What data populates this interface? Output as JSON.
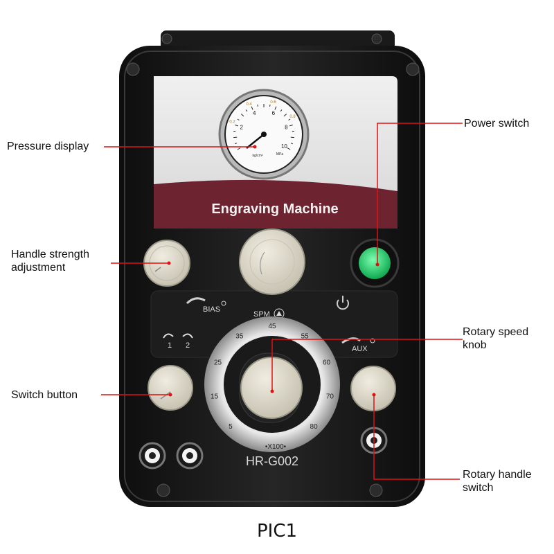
{
  "caption": "PIC1",
  "machine": {
    "title_banner": "Engraving Machine",
    "model": "HR-G002",
    "bias_label": "BIAS",
    "spm_label": "SPM",
    "aux_label": "AUX",
    "switch_positions": [
      "1",
      "2"
    ],
    "speed_dial": {
      "ticks": [
        "5",
        "15",
        "25",
        "35",
        "45",
        "55",
        "60",
        "70",
        "80"
      ],
      "multiplier": "X100"
    },
    "gauge": {
      "inner_scale": [
        "2",
        "4",
        "6",
        "8",
        "10"
      ],
      "outer_scale": [
        "0.2",
        "0.4",
        "0.6",
        "0.8"
      ],
      "unit_left": "kg/cm²",
      "unit_right": "MPa"
    }
  },
  "callouts": {
    "pressure_display": "Pressure display",
    "power_switch": "Power switch",
    "handle_strength_line1": "Handle strength",
    "handle_strength_line2": "adjustment",
    "rotary_speed_line1": "Rotary speed",
    "rotary_speed_line2": "knob",
    "switch_button": "Switch button",
    "rotary_handle_line1": "Rotary handle",
    "rotary_handle_line2": "switch"
  },
  "colors": {
    "callout_line": "#e01010",
    "banner": "#6e2430",
    "power_led": "#2ee07a",
    "knob": "#d9d4c4"
  }
}
